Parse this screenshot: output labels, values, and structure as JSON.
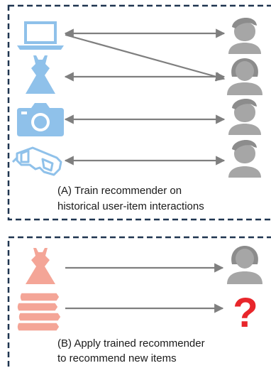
{
  "panel_a": {
    "caption_line1": "(A) Train recommender on",
    "caption_line2": "historical user-item interactions",
    "items": [
      {
        "icon": "laptop-icon",
        "color": "#8fc1ea"
      },
      {
        "icon": "dress-icon",
        "color": "#8fc1ea"
      },
      {
        "icon": "camera-icon",
        "color": "#8fc1ea"
      },
      {
        "icon": "glasses-icon",
        "color": "#8fc1ea"
      }
    ],
    "users": [
      {
        "icon": "male-user-icon"
      },
      {
        "icon": "female-user-icon"
      },
      {
        "icon": "male-user-icon"
      },
      {
        "icon": "male-user-icon"
      }
    ]
  },
  "panel_b": {
    "caption_line1": "(B) Apply trained recommender",
    "caption_line2": "to recommend new items",
    "items": [
      {
        "icon": "dress-icon",
        "color": "#f4a597"
      },
      {
        "icon": "books-icon",
        "color": "#f4a597"
      }
    ],
    "users": [
      {
        "icon": "female-user-icon"
      },
      {
        "icon": "question-mark-icon"
      }
    ],
    "question_mark": "?"
  },
  "colors": {
    "training_items": "#8fc1ea",
    "new_items": "#f4a597",
    "user": "#a6a6a6",
    "arrow": "#7f7f7f",
    "border": "#1f3550",
    "question": "#e8262b"
  }
}
